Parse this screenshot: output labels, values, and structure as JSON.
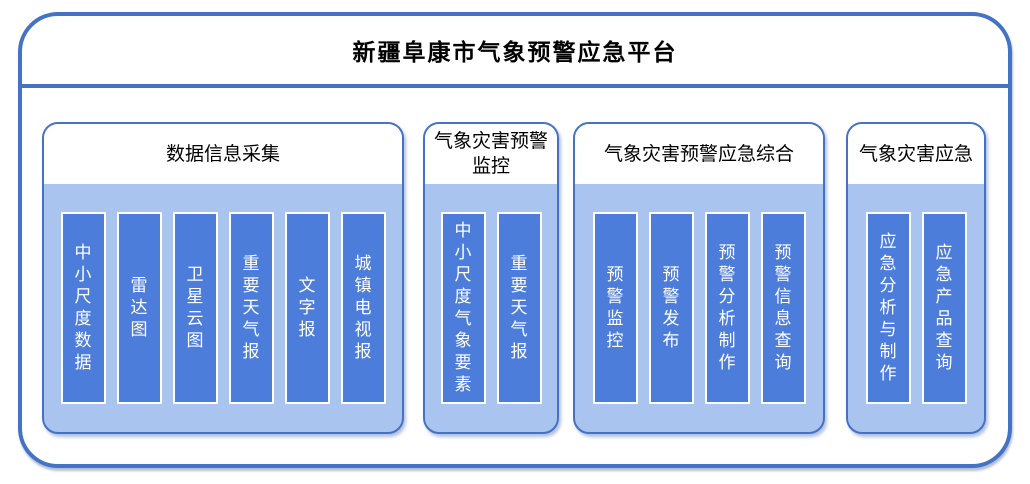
{
  "title": "新疆阜康市气象预警应急平台",
  "colors": {
    "frame_border": "#4472C4",
    "group_border": "#4472C4",
    "group_header_bg": "#FFFFFF",
    "group_body_bg": "#A9C4EE",
    "module_fill": "#4D7DDB",
    "module_border": "#FFFFFF",
    "module_text": "#FFFFFF",
    "title_text": "#000000"
  },
  "groups": [
    {
      "title": "数据信息采集",
      "items": [
        "中小尺度数据",
        "雷达图",
        "卫星云图",
        "重要天气报",
        "文字报",
        "城镇电视报"
      ]
    },
    {
      "title": "气象灾害预警监控",
      "items": [
        "中小尺度气象要素",
        "重要天气报"
      ]
    },
    {
      "title": "气象灾害预警应急综合",
      "items": [
        "预警监控",
        "预警发布",
        "预警分析制作",
        "预警信息查询"
      ]
    },
    {
      "title": "气象灾害应急",
      "items": [
        "应急分析与制作",
        "应急产品查询"
      ]
    }
  ]
}
